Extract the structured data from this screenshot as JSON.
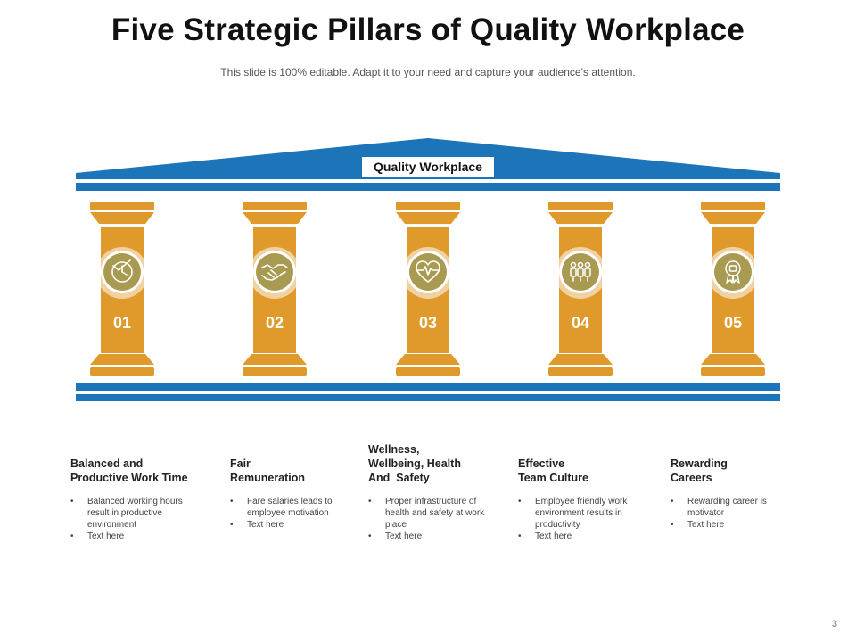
{
  "slide": {
    "title": "Five Strategic Pillars of Quality Workplace",
    "subtitle": "This slide is 100% editable. Adapt it to your need and capture your audience’s attention.",
    "page_number": "3"
  },
  "roof": {
    "label": "Quality Workplace"
  },
  "colors": {
    "roof_blue": "#1d75b9",
    "pillar_gold": "#e09a2b",
    "pillar_dark": "#c98823",
    "icon_ring": "#a99a52"
  },
  "pillars": [
    {
      "number": "01",
      "icon": "clock-check-icon",
      "title_lines": [
        "Balanced and",
        "Productive Work Time"
      ],
      "bullet_1": "Balanced working hours result in productive environment",
      "bullet_2": "Text here"
    },
    {
      "number": "02",
      "icon": "handshake-icon",
      "title_lines": [
        "Fair",
        "Remuneration"
      ],
      "bullet_1": "Fare salaries leads to employee motivation",
      "bullet_2": "Text here"
    },
    {
      "number": "03",
      "icon": "heart-pulse-icon",
      "title_lines": [
        "Wellness,",
        "Wellbeing, Health",
        "And  Safety"
      ],
      "bullet_1": "Proper infrastructure of health and safety at work place",
      "bullet_2": "Text here"
    },
    {
      "number": "04",
      "icon": "team-icon",
      "title_lines": [
        "Effective",
        "Team Culture"
      ],
      "bullet_1": "Employee  friendly work environment results in productivity",
      "bullet_2": "Text here"
    },
    {
      "number": "05",
      "icon": "award-badge-icon",
      "title_lines": [
        "Rewarding",
        "Careers"
      ],
      "bullet_1": "Rewarding career is motivator",
      "bullet_2": "Text here"
    }
  ]
}
